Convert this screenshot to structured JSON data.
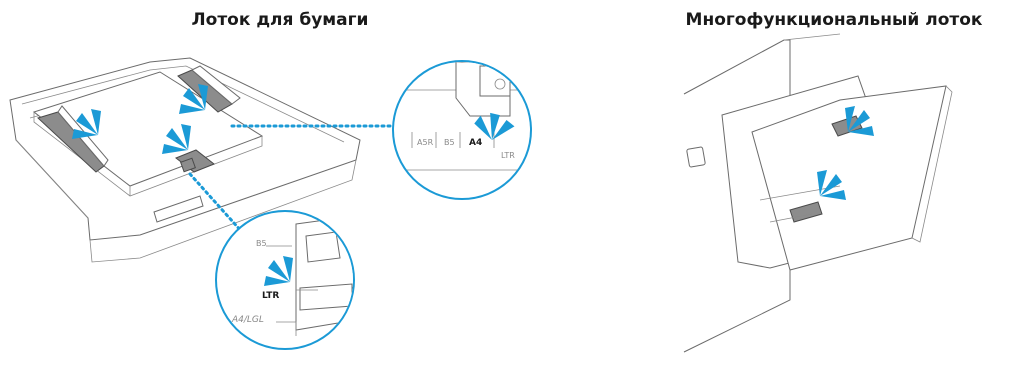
{
  "titles": {
    "left": "Лоток для бумаги",
    "right": "Многофункциональный лоток"
  },
  "zoom_top": {
    "marks": [
      "A5R",
      "B5",
      "A4",
      "LTR"
    ]
  },
  "zoom_bottom": {
    "marks": [
      "B5",
      "LTR",
      "A4/LGL"
    ]
  },
  "colors": {
    "accent": "#1b9ad6",
    "guide": "#8c8c8c",
    "outline": "#6b6b6b"
  }
}
